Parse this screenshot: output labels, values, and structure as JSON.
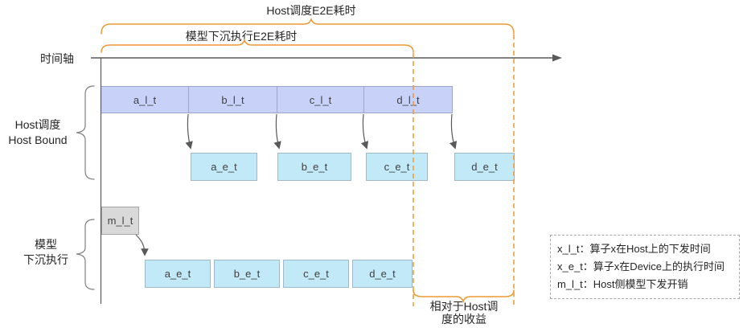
{
  "titles": {
    "host_e2e": "Host调度E2E耗时",
    "model_e2e": "模型下沉执行E2E耗时",
    "time_axis": "时间轴",
    "benefit_line1": "相对于Host调",
    "benefit_line2": "度的收益"
  },
  "host_section": {
    "label_line1": "Host调度",
    "label_line2": "Host Bound",
    "launch_labels": [
      "a_l_t",
      "b_l_t",
      "c_l_t",
      "d_l_t"
    ],
    "exec_labels": [
      "a_e_t",
      "b_e_t",
      "c_e_t",
      "d_e_t"
    ]
  },
  "model_section": {
    "label_line1": "模型",
    "label_line2": "下沉执行",
    "launch_label": "m_l_t",
    "exec_labels": [
      "a_e_t",
      "b_e_t",
      "c_e_t",
      "d_e_t"
    ]
  },
  "legend": {
    "items": [
      "x_l_t：算子x在Host上的下发时间",
      "x_e_t：算子x在Device上的执行时间",
      "m_l_t：Host侧模型下发开销"
    ]
  },
  "colors": {
    "launch_box_fill": "#c8d2f8",
    "exec_box_fill": "#c2e9f8",
    "model_launch_fill": "#d9d9d9",
    "bracket_orange": "#ed9a33",
    "line_gray": "#595959"
  }
}
